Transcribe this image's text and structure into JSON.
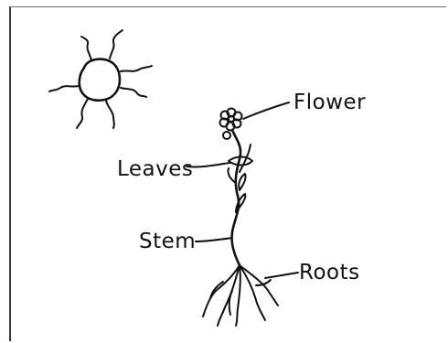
{
  "diagram": {
    "labels": {
      "flower": "Flower",
      "leaves": "Leaves",
      "stem": "Stem",
      "roots": "Roots"
    }
  },
  "colors": {
    "ink": "#111111",
    "paper": "#ffffff",
    "border": "#3a3a3a"
  }
}
